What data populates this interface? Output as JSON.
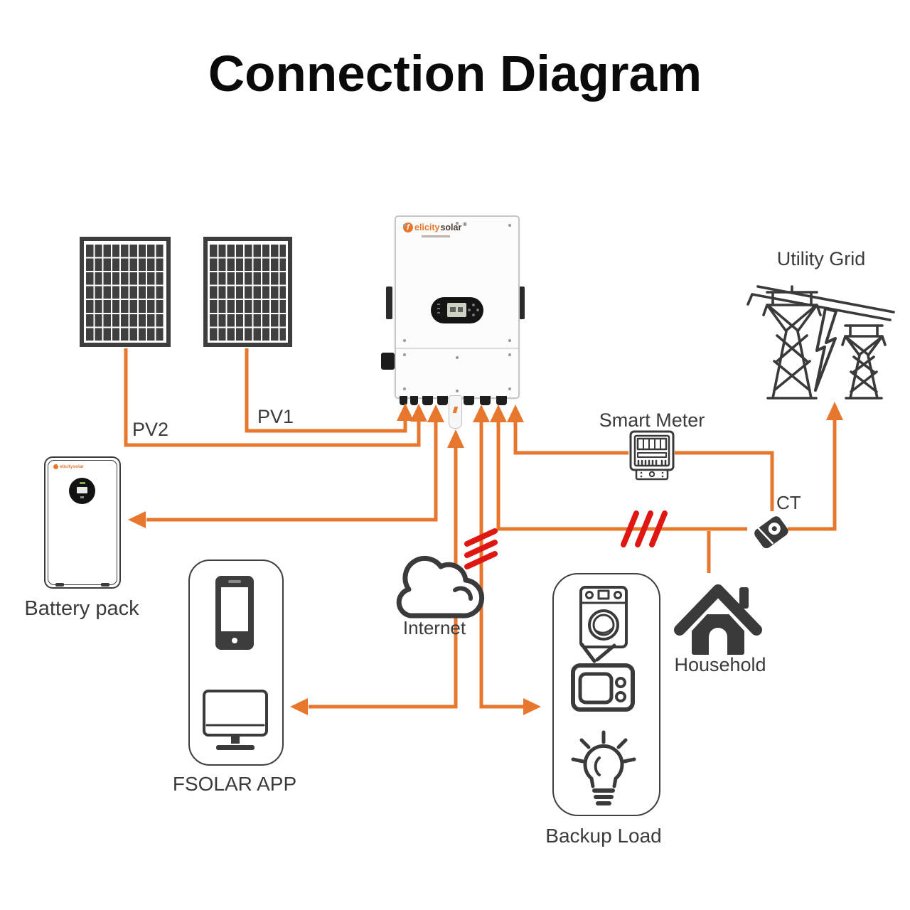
{
  "title": "Connection Diagram",
  "colors": {
    "wire": "#E8772E",
    "red_mark": "#DE1713",
    "icon": "#3A3A3A",
    "title_color": "#0A0A0A"
  },
  "labels": {
    "pv1": "PV1",
    "pv2": "PV2",
    "utility_grid": "Utility Grid",
    "smart_meter": "Smart Meter",
    "ct": "CT",
    "battery_pack": "Battery pack",
    "internet": "Internet",
    "fsolar_app": "FSOLAR APP",
    "household": "Household",
    "backup_load": "Backup Load"
  },
  "inverter": {
    "brand_initial": "f",
    "brand_first": "elicity",
    "brand_second": "solar",
    "brand_reg": "®"
  },
  "battery": {
    "brand_text": "elicitysolar"
  }
}
